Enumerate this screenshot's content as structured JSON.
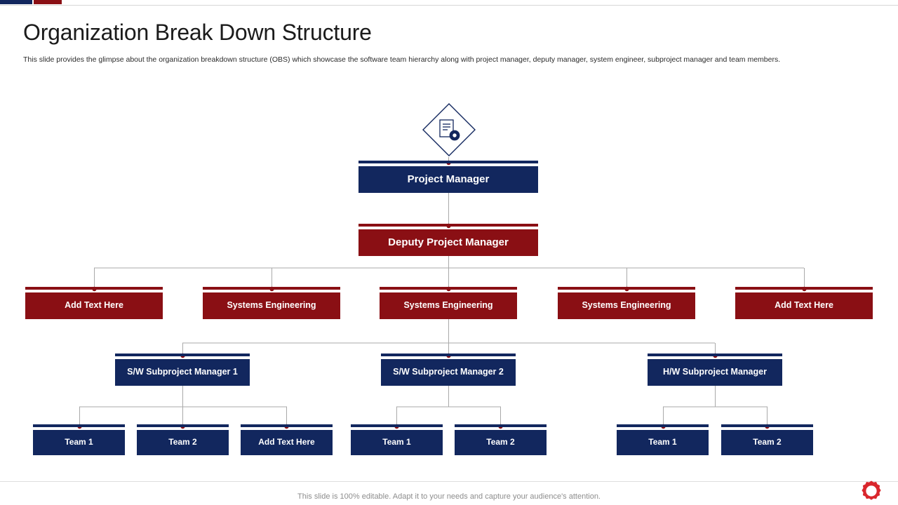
{
  "slide": {
    "title": "Organization Break Down Structure",
    "subtitle": "This slide provides the glimpse about the organization breakdown structure (OBS) which showcase the software team hierarchy along with project manager, deputy manager, system engineer, subproject manager and team members.",
    "footer_note": "This slide is 100% editable. Adapt it to your needs and capture your audience's attention."
  },
  "colors": {
    "navy": "#12275e",
    "red": "#8a0f14",
    "connector": "#a9a9a9",
    "node_dot": "#8a0f14",
    "text_dark": "#1b1b1b",
    "footer_text": "#8d8d8d"
  },
  "icons": {
    "top_node": "document-gear-icon",
    "footer_badge": "gear-icon"
  },
  "chart": {
    "levels": [
      {
        "level": 1,
        "nodes": [
          {
            "label": "Project Manager",
            "style": "navy"
          }
        ]
      },
      {
        "level": 2,
        "nodes": [
          {
            "label": "Deputy Project Manager",
            "style": "red"
          }
        ]
      },
      {
        "level": 3,
        "nodes": [
          {
            "label": "Add Text Here",
            "style": "red"
          },
          {
            "label": "Systems Engineering",
            "style": "red"
          },
          {
            "label": "Systems Engineering",
            "style": "red"
          },
          {
            "label": "Systems Engineering",
            "style": "red"
          },
          {
            "label": "Add Text Here",
            "style": "red"
          }
        ]
      },
      {
        "level": 4,
        "nodes": [
          {
            "label": "S/W Subproject Manager 1",
            "style": "navy"
          },
          {
            "label": "S/W Subproject Manager 2",
            "style": "navy"
          },
          {
            "label": "H/W Subproject Manager",
            "style": "navy"
          }
        ]
      },
      {
        "level": 5,
        "nodes": [
          {
            "label": "Team 1",
            "style": "navy"
          },
          {
            "label": "Team 2",
            "style": "navy"
          },
          {
            "label": "Add Text Here",
            "style": "navy"
          },
          {
            "label": "Team 1",
            "style": "navy"
          },
          {
            "label": "Team 2",
            "style": "navy"
          },
          {
            "label": "Team 1",
            "style": "navy"
          },
          {
            "label": "Team 2",
            "style": "navy"
          }
        ]
      }
    ]
  }
}
